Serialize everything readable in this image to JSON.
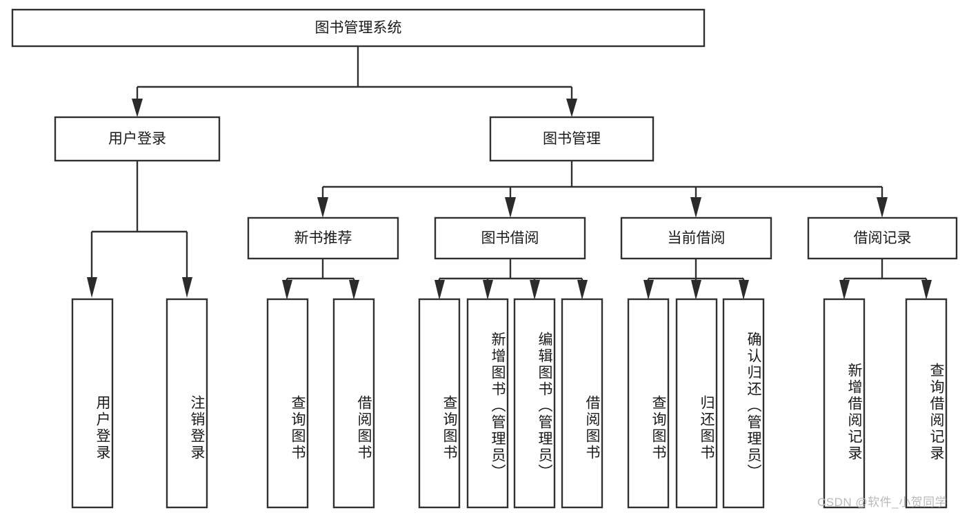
{
  "diagram": {
    "type": "tree-hierarchy",
    "title_node": {
      "label": "图书管理系统"
    },
    "level1": [
      {
        "id": "user-login",
        "label": "用户登录"
      },
      {
        "id": "book-management",
        "label": "图书管理"
      }
    ],
    "level2": [
      {
        "id": "new-book-recommend",
        "label": "新书推荐",
        "parent": "book-management"
      },
      {
        "id": "book-borrow",
        "label": "图书借阅",
        "parent": "book-management"
      },
      {
        "id": "current-borrow",
        "label": "当前借阅",
        "parent": "book-management"
      },
      {
        "id": "borrow-record",
        "label": "借阅记录",
        "parent": "book-management"
      }
    ],
    "leaves": [
      {
        "id": "leaf-user-login",
        "label": "用户登录",
        "parent": "user-login"
      },
      {
        "id": "leaf-logout-login",
        "label": "注销登录",
        "parent": "user-login"
      },
      {
        "id": "leaf-query-book-1",
        "label": "查询图书",
        "parent": "new-book-recommend"
      },
      {
        "id": "leaf-borrow-book-1",
        "label": "借阅图书",
        "parent": "new-book-recommend"
      },
      {
        "id": "leaf-query-book-2",
        "label": "查询图书",
        "parent": "book-borrow"
      },
      {
        "id": "leaf-add-book",
        "label": "新增图书（管理员）",
        "parent": "book-borrow"
      },
      {
        "id": "leaf-edit-book",
        "label": "编辑图书（管理员）",
        "parent": "book-borrow"
      },
      {
        "id": "leaf-borrow-book-2",
        "label": "借阅图书",
        "parent": "book-borrow"
      },
      {
        "id": "leaf-query-book-3",
        "label": "查询图书",
        "parent": "current-borrow"
      },
      {
        "id": "leaf-return-book",
        "label": "归还图书",
        "parent": "current-borrow"
      },
      {
        "id": "leaf-confirm-return",
        "label": "确认归还（管理员）",
        "parent": "current-borrow"
      },
      {
        "id": "leaf-add-record",
        "label": "新增借阅记录",
        "parent": "borrow-record"
      },
      {
        "id": "leaf-query-record",
        "label": "查询借阅记录",
        "parent": "borrow-record"
      }
    ],
    "colors": {
      "stroke": "#303030",
      "fill": "#ffffff",
      "text": "#1a1a1a",
      "watermark": "#b9b9b9"
    }
  },
  "watermark": {
    "text": "CSDN @软件_小贺同学"
  }
}
